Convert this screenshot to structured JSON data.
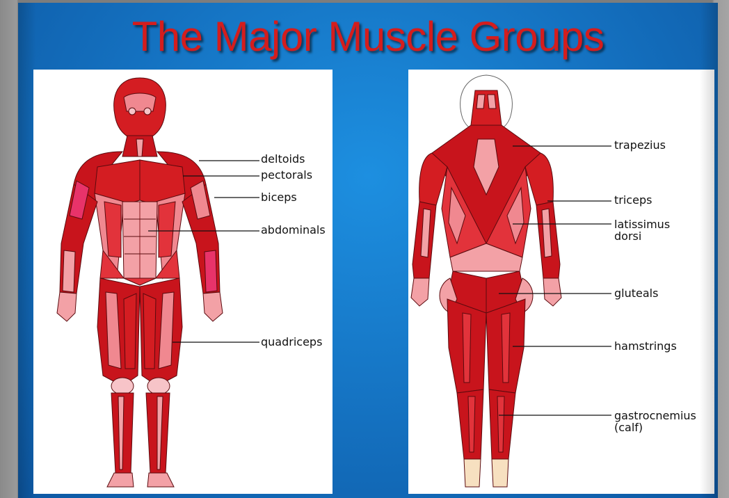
{
  "title": "The Major Muscle Groups",
  "colors": {
    "background": "#1470bf",
    "title": "#d41d1d",
    "muscle_dark": "#c8141c",
    "muscle_mid": "#e2333b",
    "muscle_light": "#f3a1a6"
  },
  "front_view": {
    "labels": {
      "deltoids": "deltoids",
      "pectorals": "pectorals",
      "biceps": "biceps",
      "abdominals": "abdominals",
      "quadriceps": "quadriceps"
    }
  },
  "back_view": {
    "labels": {
      "trapezius": "trapezius",
      "triceps": "triceps",
      "latissimus_line1": "latissimus",
      "latissimus_line2": "dorsi",
      "gluteals": "gluteals",
      "hamstrings": "hamstrings",
      "gastrocnemius_line1": "gastrocnemius",
      "gastrocnemius_line2": "(calf)"
    }
  }
}
